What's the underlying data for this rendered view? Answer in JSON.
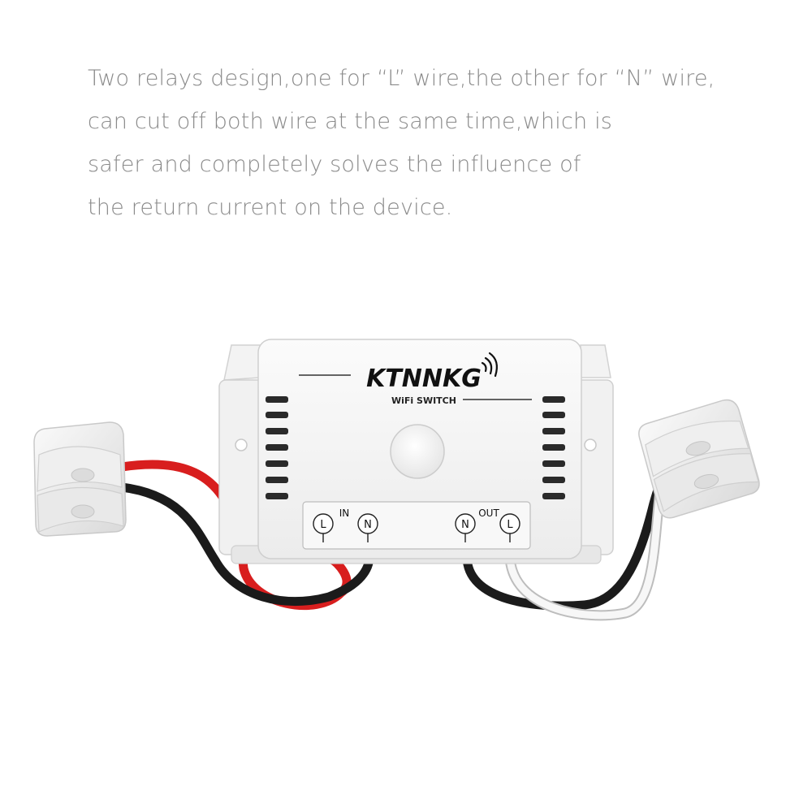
{
  "caption": {
    "lines": [
      "Two relays design,one for “L” wire,the other for “N” wire,",
      "can cut off both wire at the same time,which is",
      "safer and completely solves the influence of",
      "the return current on the device."
    ]
  },
  "device": {
    "brand": "KTNNKG",
    "subtitle": "WiFi SWITCH",
    "input_group_label": "IN",
    "output_group_label": "OUT",
    "terminals": {
      "in_l": "L",
      "in_n": "N",
      "out_n": "N",
      "out_l": "L"
    }
  },
  "colors": {
    "caption_text": "#8a8a8a",
    "housing": "#f4f4f4",
    "live_wire_in": "#d81e1e",
    "neutral_wire": "#1b1b1b",
    "live_wire_out": "#f7f7f7"
  }
}
